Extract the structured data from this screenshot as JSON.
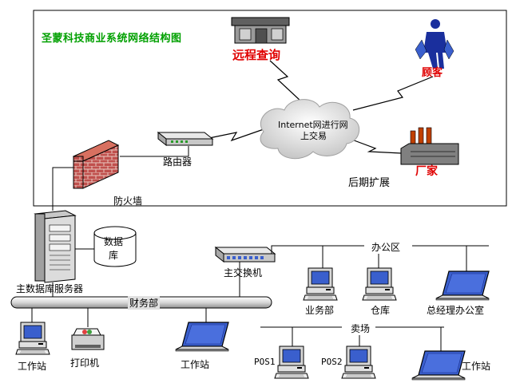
{
  "title": "圣蒙科技商业系统网络结构图",
  "labels": {
    "remote_query": "远程查询",
    "customer": "顾客",
    "internet_line1": "Internet网进行网",
    "internet_line2": "上交易",
    "factory": "厂家",
    "future_expansion": "后期扩展",
    "router": "路由器",
    "firewall": "防火墙",
    "database_line1": "数据",
    "database_line2": "库",
    "main_db_server": "主数据库服务器",
    "main_switch": "主交换机",
    "office_area": "办公区",
    "business_dept": "业务部",
    "warehouse": "仓库",
    "gm_office": "总经理办公室",
    "finance_dept": "财务部",
    "workstation_left": "工作站",
    "printer": "打印机",
    "workstation_mid": "工作站",
    "store": "卖场",
    "pos1": "POS1",
    "pos2": "POS2",
    "workstation_right": "工作站"
  },
  "colors": {
    "title": "#00a000",
    "red_label": "#e00000",
    "brick": "#c0504d",
    "monitor_screen": "#3a5fcd"
  }
}
